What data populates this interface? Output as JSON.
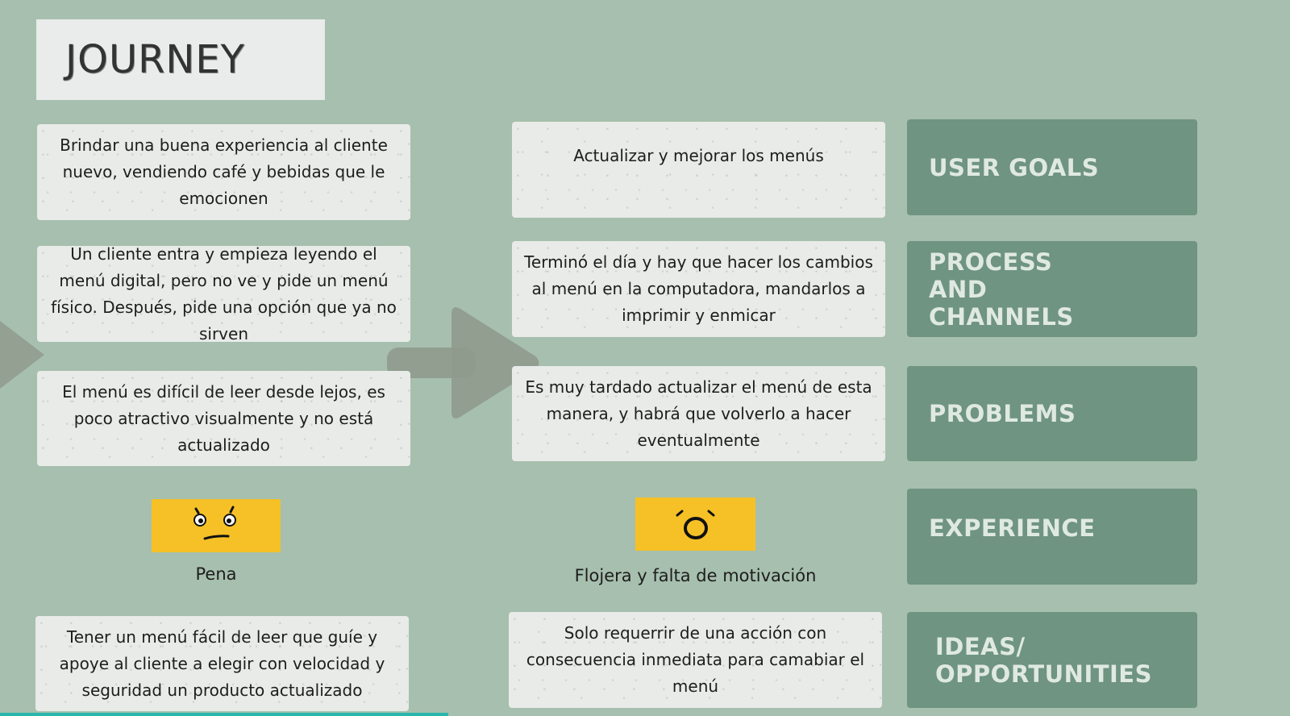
{
  "title": "JOURNEY",
  "labels": {
    "user_goals": "USER GOALS",
    "process_channels": "PROCESS AND CHANNELS",
    "problems": "PROBLEMS",
    "experience": "EXPERIENCE",
    "ideas": "IDEAS/ OPPORTUNITIES"
  },
  "left": {
    "goal": "Brindar una buena experiencia al cliente nuevo, vendiendo café y bebidas que le emocionen",
    "process": "Un cliente entra  y empieza leyendo el menú digital, pero no ve y pide un menú físico. Después, pide una opción que ya no sirven",
    "problem": "El menú es difícil de leer desde lejos, es poco atractivo visualmente y no está actualizado",
    "experience_caption": "Pena",
    "idea": "Tener un menú fácil de leer que guíe y apoye al cliente a elegir con velocidad y seguridad un producto actualizado"
  },
  "right": {
    "goal": "Actualizar y mejorar los menús",
    "process": "Terminó el día y hay que hacer los cambios al menú en la computadora, mandarlos a imprimir y enmicar",
    "problem": "Es muy tardado actualizar el menú de esta manera, y habrá que volverlo a hacer eventualmente",
    "experience_caption": "Flojera y falta de motivación",
    "idea": "Solo requerrir de una acción con consecuencia inmediata para camabiar el menú"
  },
  "colors": {
    "background": "#a7bfae",
    "label_box": "#6f9481",
    "card": "#e8ebe8",
    "emoji_box": "#f6c127",
    "arrow": "#8f9a8d"
  },
  "icons": {
    "left_emoji": "worried-face-icon",
    "right_emoji": "surprised-face-icon",
    "arrows": "right-arrow-icon"
  }
}
